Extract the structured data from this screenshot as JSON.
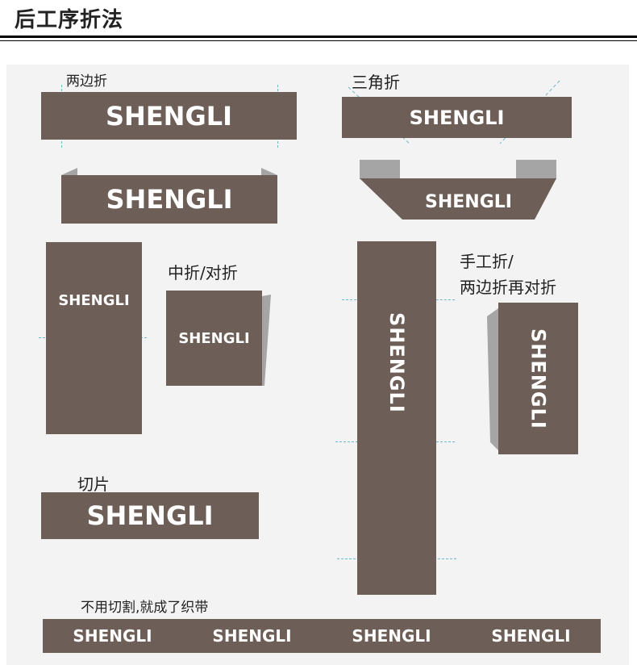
{
  "page_title": "后工序折法",
  "brand": "SHENGLI",
  "colors": {
    "tape": "#6d5e57",
    "fold_shadow": "#a5a5a5",
    "guide": "#6fb8cc",
    "panel": "#f3f3f3"
  },
  "labels": {
    "both_edge_fold": "两边折",
    "triangle_fold": "三角折",
    "center_fold": "中折/对折",
    "handmade_fold_line1": "手工折/",
    "handmade_fold_line2": "两边折再对折",
    "cut": "切片",
    "uncut": "不用切割,就成了织带"
  }
}
